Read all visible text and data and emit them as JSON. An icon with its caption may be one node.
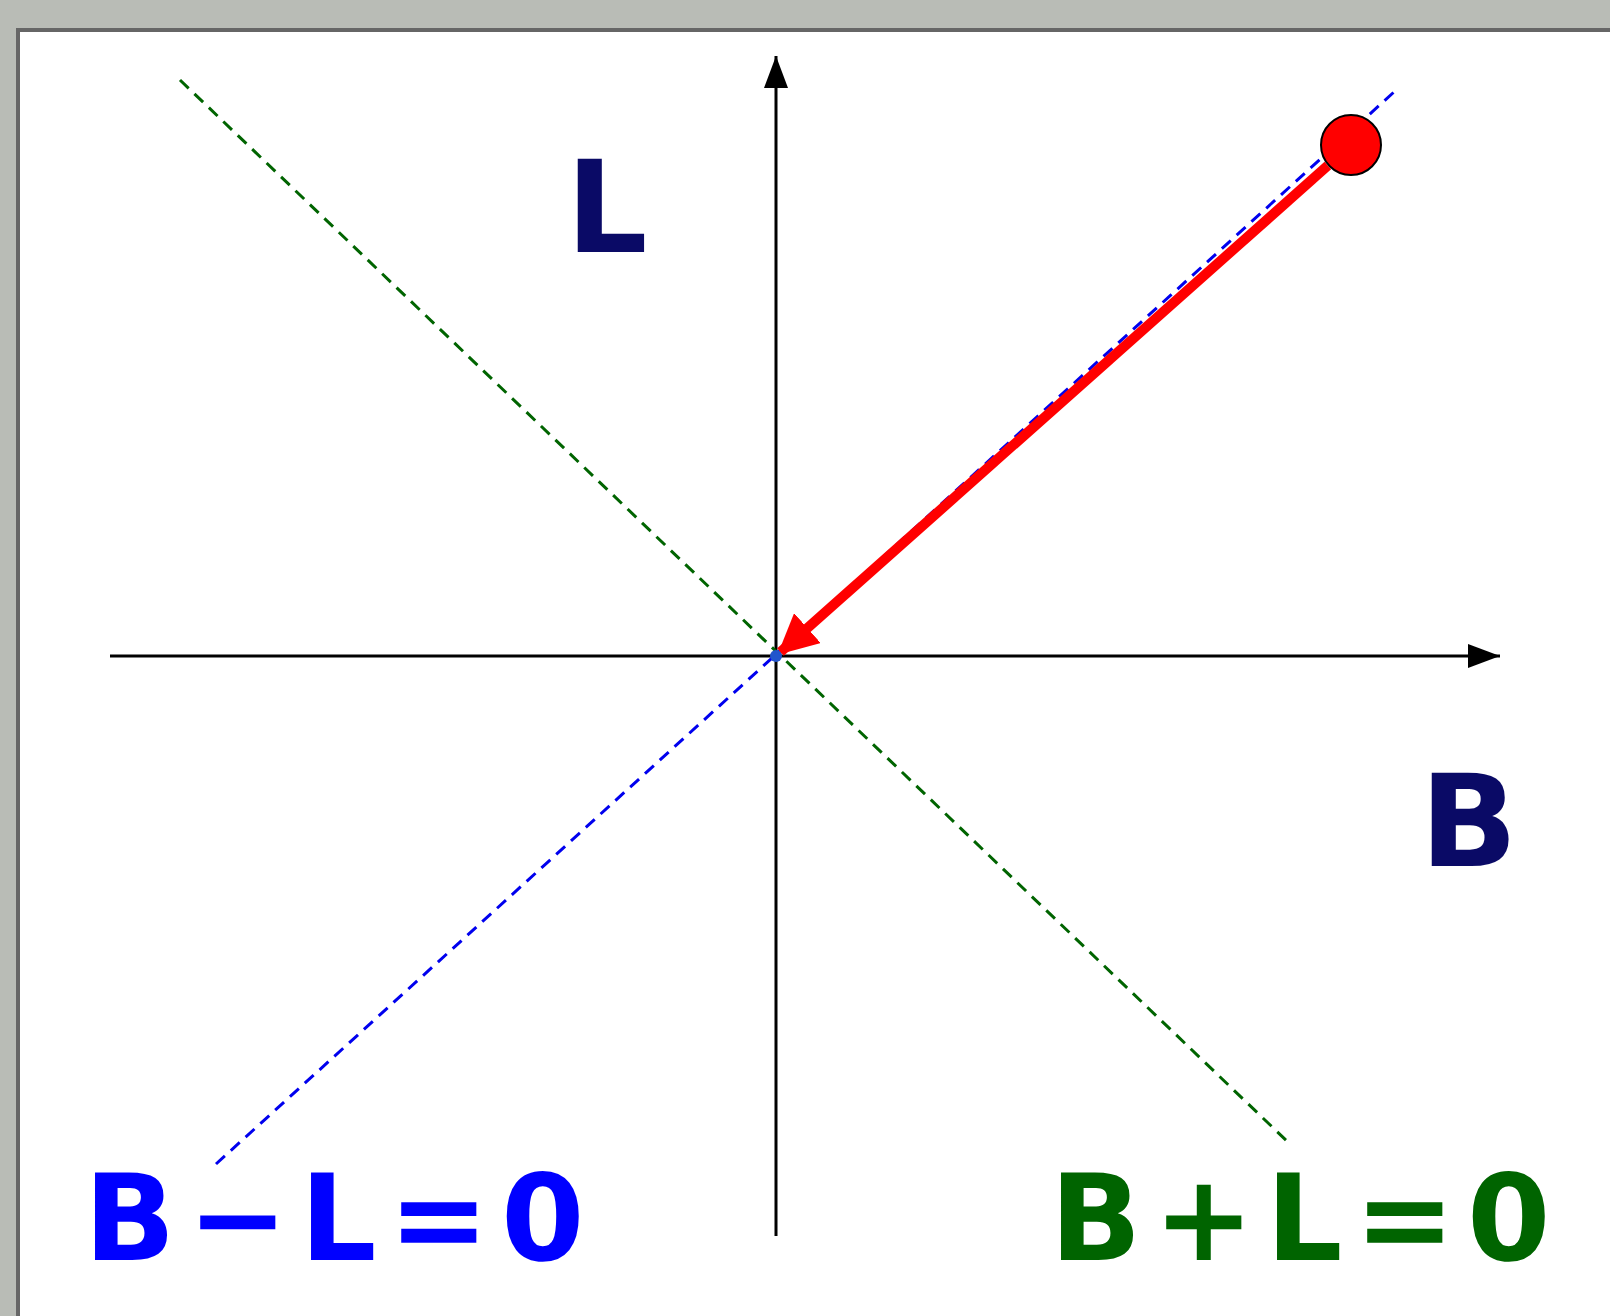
{
  "diagram": {
    "nodes": [
      {
        "text": [],
        "shape": "circle"
      },
      {
        "text": [],
        "shape": "circle"
      }
    ],
    "edges": [
      {
        "from": 0,
        "to": 1,
        "arrow": "to"
      }
    ],
    "labels": [
      "L",
      "B",
      "B−L=0",
      "B+L=0"
    ]
  }
}
